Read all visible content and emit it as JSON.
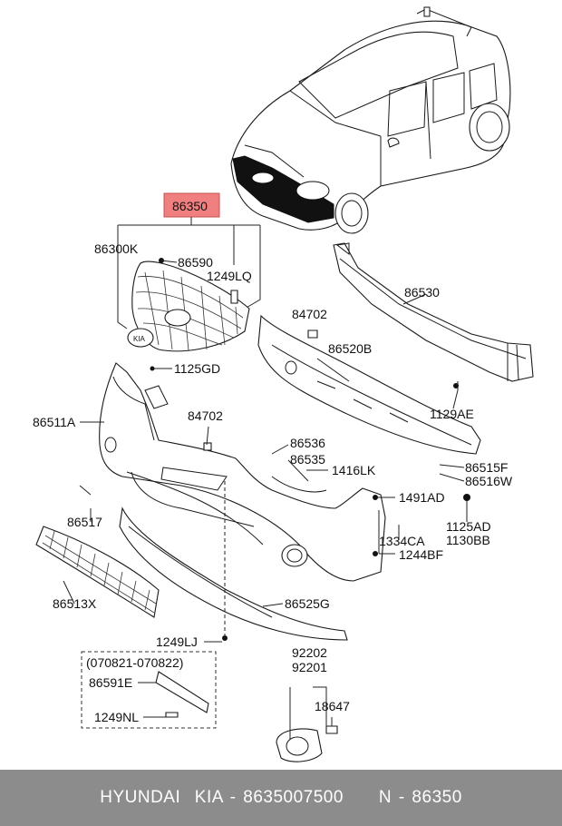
{
  "highlight": {
    "part_number": "86350",
    "fill": "#f08080",
    "border": "#c85050"
  },
  "labels": {
    "p86300K": "86300K",
    "p86590": "86590",
    "p1249LQ": "1249LQ",
    "p86530": "86530",
    "p84702a": "84702",
    "p86520B": "86520B",
    "p1125GD": "1125GD",
    "p1129AE": "1129AE",
    "p86511A": "86511A",
    "p84702b": "84702",
    "p86536": "86536",
    "p86535": "86535",
    "p1416LK": "1416LK",
    "p86515F": "86515F",
    "p86516W": "86516W",
    "p1491AD": "1491AD",
    "p86517": "86517",
    "p1125AD": "1125AD",
    "p1130BB": "1130BB",
    "p1334CA": "1334CA",
    "p1244BF": "1244BF",
    "p86513X": "86513X",
    "p86525G": "86525G",
    "p1249LJ": "1249LJ",
    "p070821": "(070821-070822)",
    "p86591E": "86591E",
    "p1249NL": "1249NL",
    "p92202": "92202",
    "p92201": "92201",
    "p18647": "18647"
  },
  "footer": {
    "text": "HYUNDAI  KIA - 8635007500     N - 86350"
  }
}
